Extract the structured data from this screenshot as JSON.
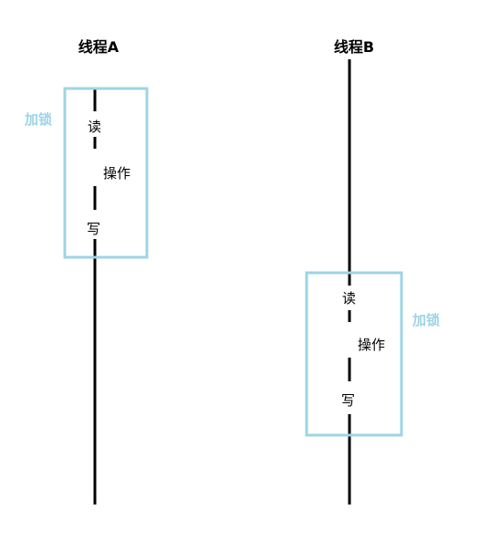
{
  "threads": [
    {
      "title": "线程A",
      "lock_label": "加锁",
      "steps": {
        "read": "读",
        "operate": "操作",
        "write": "写"
      }
    },
    {
      "title": "线程B",
      "lock_label": "加锁",
      "steps": {
        "read": "读",
        "operate": "操作",
        "write": "写"
      }
    }
  ],
  "colors": {
    "line": "#000000",
    "lock_box": "#9dd4e6",
    "lock_text": "#9dd4e6"
  }
}
